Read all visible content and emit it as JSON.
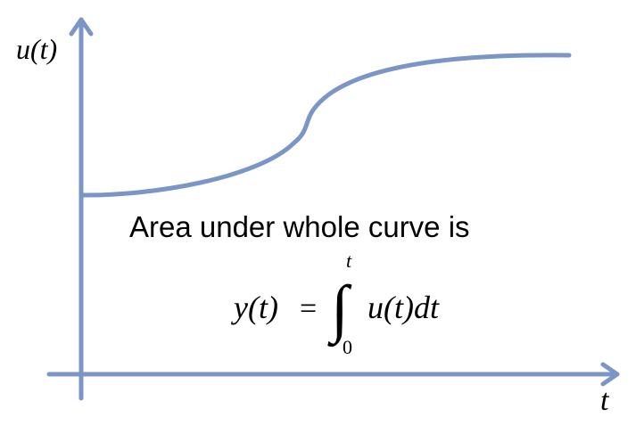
{
  "colors": {
    "axis": "#7b96c6",
    "curve": "#7b96c6",
    "text": "#000000",
    "background": "#ffffff"
  },
  "axes": {
    "y_label": "u(t)",
    "x_label": "t"
  },
  "caption": "Area under whole curve is",
  "equation": {
    "lhs": "y(t)",
    "equals": "=",
    "integral_sign": "∫",
    "upper_limit": "t",
    "lower_limit": "0",
    "integrand": "u(t)dt"
  }
}
